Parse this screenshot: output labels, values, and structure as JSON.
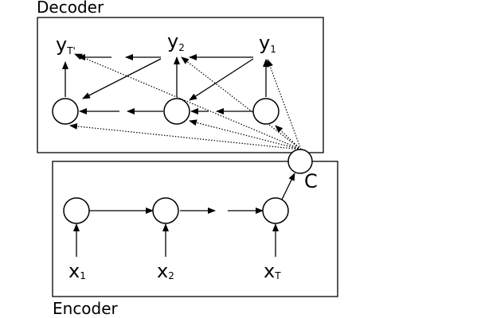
{
  "labels": {
    "decoder": "Decoder",
    "encoder": "Encoder",
    "context": "C"
  },
  "outputs": [
    {
      "base": "y",
      "sub": "T'"
    },
    {
      "base": "y",
      "sub": "2"
    },
    {
      "base": "y",
      "sub": "1"
    }
  ],
  "inputs": [
    {
      "base": "x",
      "sub": "1"
    },
    {
      "base": "x",
      "sub": "2"
    },
    {
      "base": "x",
      "sub": "T"
    }
  ]
}
